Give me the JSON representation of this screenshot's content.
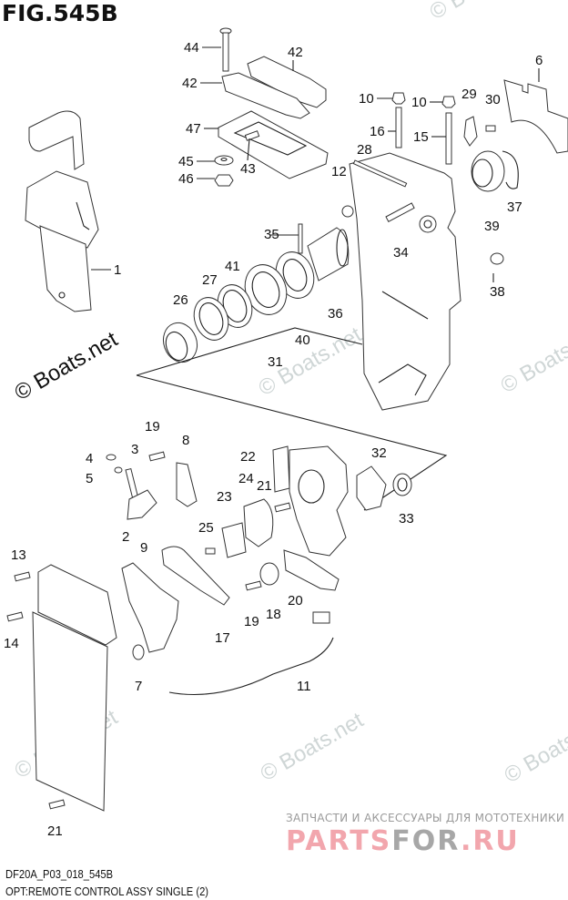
{
  "figure": {
    "title": "FIG.545B",
    "code": "DF20A_P03_018_545B",
    "description": "OPT:REMOTE CONTROL ASSY SINGLE (2)"
  },
  "watermarks": {
    "boats": "© Boats.net",
    "parts_subtitle": "ЗАПЧАСТИ И АКСЕССУАРЫ ДЛЯ МОТОТЕХНИКИ",
    "parts_logo_a": "PARTS",
    "parts_logo_b": "FOR",
    "parts_logo_c": ".RU",
    "colors": {
      "pink": "#f2a6ad",
      "grey": "#a7a7a7",
      "boats": "#cfd6d6"
    }
  },
  "callouts": [
    {
      "id": "c44",
      "label": "44"
    },
    {
      "id": "c42a",
      "label": "42"
    },
    {
      "id": "c42b",
      "label": "42"
    },
    {
      "id": "c47",
      "label": "47"
    },
    {
      "id": "c45",
      "label": "45"
    },
    {
      "id": "c43",
      "label": "43"
    },
    {
      "id": "c46",
      "label": "46"
    },
    {
      "id": "c6",
      "label": "6"
    },
    {
      "id": "c10a",
      "label": "10"
    },
    {
      "id": "c10b",
      "label": "10"
    },
    {
      "id": "c29",
      "label": "29"
    },
    {
      "id": "c30",
      "label": "30"
    },
    {
      "id": "c16",
      "label": "16"
    },
    {
      "id": "c15",
      "label": "15"
    },
    {
      "id": "c28",
      "label": "28"
    },
    {
      "id": "c12",
      "label": "12"
    },
    {
      "id": "c37",
      "label": "37"
    },
    {
      "id": "c39",
      "label": "39"
    },
    {
      "id": "c1",
      "label": "1"
    },
    {
      "id": "c35",
      "label": "35"
    },
    {
      "id": "c34",
      "label": "34"
    },
    {
      "id": "c41",
      "label": "41"
    },
    {
      "id": "c27",
      "label": "27"
    },
    {
      "id": "c26",
      "label": "26"
    },
    {
      "id": "c36",
      "label": "36"
    },
    {
      "id": "c38",
      "label": "38"
    },
    {
      "id": "c40",
      "label": "40"
    },
    {
      "id": "c31",
      "label": "31"
    },
    {
      "id": "c19a",
      "label": "19"
    },
    {
      "id": "c8",
      "label": "8"
    },
    {
      "id": "c4",
      "label": "4"
    },
    {
      "id": "c3",
      "label": "3"
    },
    {
      "id": "c5",
      "label": "5"
    },
    {
      "id": "c22",
      "label": "22"
    },
    {
      "id": "c32",
      "label": "32"
    },
    {
      "id": "c24",
      "label": "24"
    },
    {
      "id": "c21a",
      "label": "21"
    },
    {
      "id": "c23",
      "label": "23"
    },
    {
      "id": "c9",
      "label": "9"
    },
    {
      "id": "c33",
      "label": "33"
    },
    {
      "id": "c25",
      "label": "25"
    },
    {
      "id": "c2",
      "label": "2"
    },
    {
      "id": "c13",
      "label": "13"
    },
    {
      "id": "c20",
      "label": "20"
    },
    {
      "id": "c19b",
      "label": "19"
    },
    {
      "id": "c18",
      "label": "18"
    },
    {
      "id": "c14",
      "label": "14"
    },
    {
      "id": "c17",
      "label": "17"
    },
    {
      "id": "c7",
      "label": "7"
    },
    {
      "id": "c11",
      "label": "11"
    },
    {
      "id": "c21b",
      "label": "21"
    }
  ]
}
